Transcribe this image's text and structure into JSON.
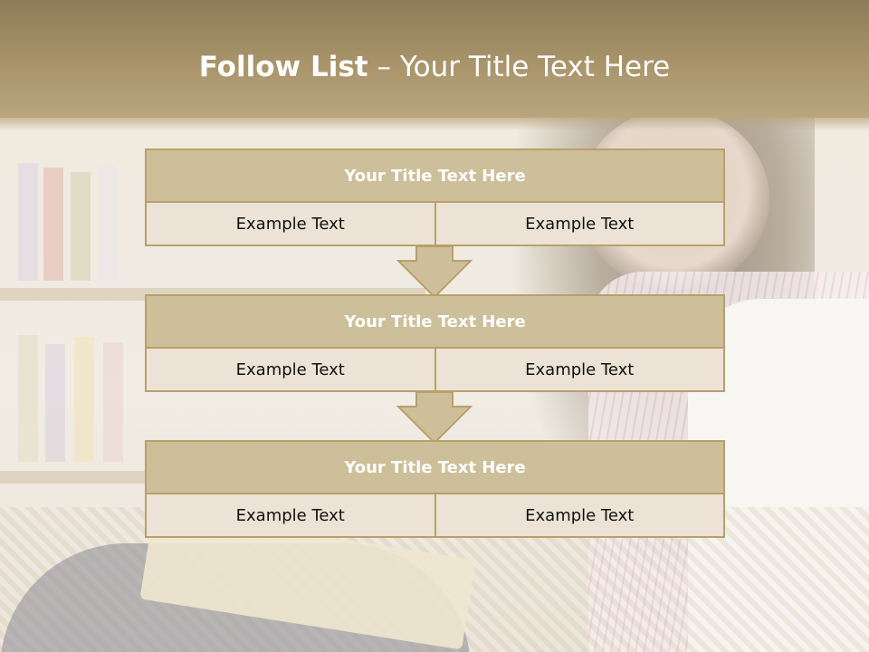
{
  "header": {
    "title_bold": "Follow List",
    "title_rest": " – Your Title Text Here"
  },
  "steps": [
    {
      "title": "Your Title Text Here",
      "left": "Example Text",
      "right": "Example Text"
    },
    {
      "title": "Your Title Text Here",
      "left": "Example Text",
      "right": "Example Text"
    },
    {
      "title": "Your Title Text Here",
      "left": "Example Text",
      "right": "Example Text"
    }
  ],
  "colors": {
    "header": "#a9946b",
    "box_title_fill": "#cdbf99",
    "box_cell_fill": "#ece3d6",
    "border": "#b8a06a",
    "arrow_fill": "#cdbf99"
  },
  "icons": {
    "connector": "down-arrow-icon"
  }
}
